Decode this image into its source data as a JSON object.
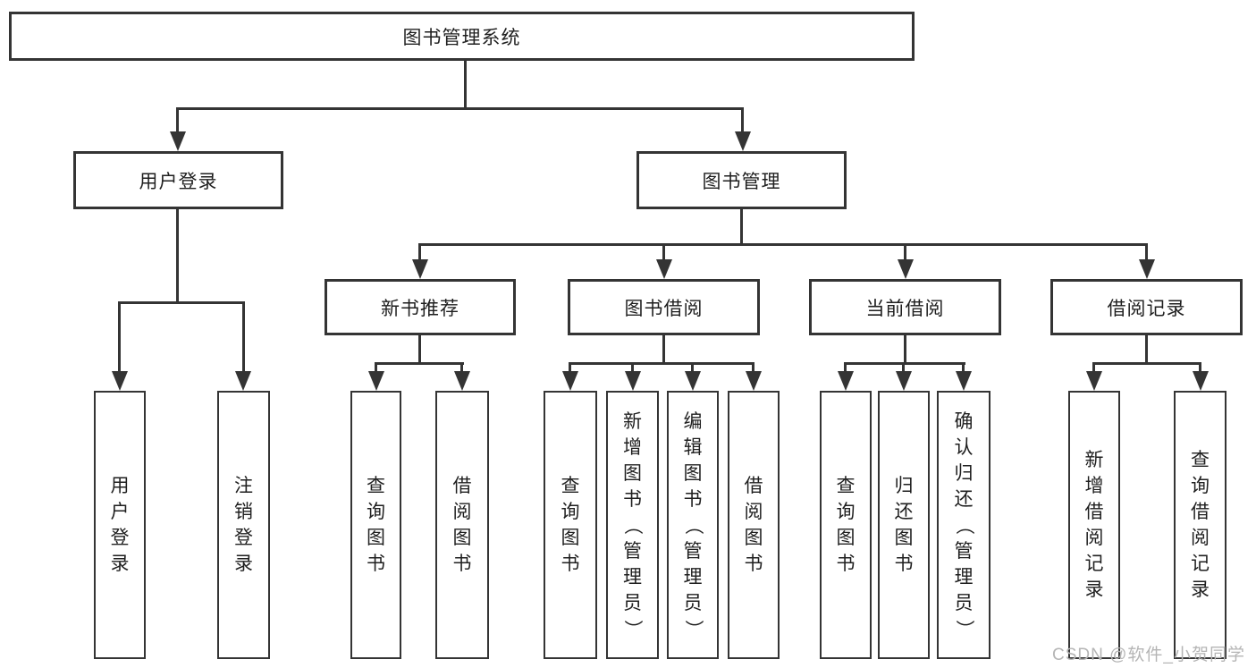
{
  "tree": {
    "label": "图书管理系统",
    "children": [
      {
        "label": "用户登录",
        "children": [
          {
            "label": "用户登录"
          },
          {
            "label": "注销登录"
          }
        ]
      },
      {
        "label": "图书管理",
        "children": [
          {
            "label": "新书推荐",
            "children": [
              {
                "label": "查询图书"
              },
              {
                "label": "借阅图书"
              }
            ]
          },
          {
            "label": "图书借阅",
            "children": [
              {
                "label": "查询图书"
              },
              {
                "label": "新增图书（管理员）"
              },
              {
                "label": "编辑图书（管理员）"
              },
              {
                "label": "借阅图书"
              }
            ]
          },
          {
            "label": "当前借阅",
            "children": [
              {
                "label": "查询图书"
              },
              {
                "label": "归还图书"
              },
              {
                "label": "确认归还（管理员）"
              }
            ]
          },
          {
            "label": "借阅记录",
            "children": [
              {
                "label": "新增借阅记录"
              },
              {
                "label": "查询借阅记录"
              }
            ]
          }
        ]
      }
    ]
  },
  "watermark": {
    "text": "CSDN @软件_小贺同学"
  },
  "colors": {
    "line": "#343434",
    "text": "#1f1f1f",
    "watermark": "#b5b5b5",
    "background": "#ffffff"
  }
}
